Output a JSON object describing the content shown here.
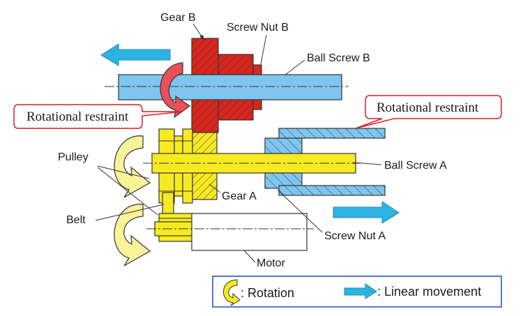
{
  "labels": {
    "gear_b": "Gear B",
    "screw_nut_b": "Screw Nut B",
    "ball_screw_b": "Ball Screw B",
    "rot_restraint_left": "Rotational restraint",
    "rot_restraint_right": "Rotational restraint",
    "pulley": "Pulley",
    "belt": "Belt",
    "gear_a": "Gear A",
    "ball_screw_a": "Ball Screw A",
    "screw_nut_a": "Screw Nut A",
    "motor": "Motor"
  },
  "legend": {
    "rotation": ": Rotation",
    "linear": ": Linear movement"
  },
  "colors": {
    "red": "#d8261c",
    "blue": "#7fc6ef",
    "yellow": "#f7ea22",
    "arrow_blue": "#2bb4e3",
    "rot_yellow": "#fbf39a",
    "rot_red": "#e9505a",
    "callout_border": "#d81f26",
    "legend_border": "#2a55c8"
  }
}
